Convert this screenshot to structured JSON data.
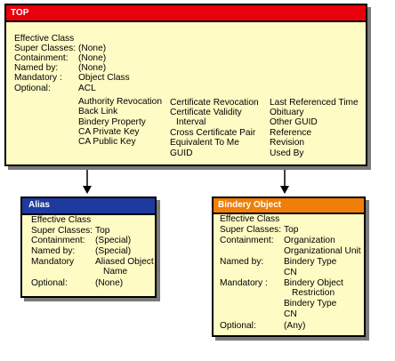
{
  "colors": {
    "top_header": "#e8000a",
    "alias_header": "#1f3a9e",
    "bindery_header": "#f07f09",
    "box_fill": "#fffbc4"
  },
  "top": {
    "title": "TOP",
    "effective_class": "Effective Class",
    "super_classes_label": "Super Classes:",
    "super_classes_value": "(None)",
    "containment_label": "Containment:",
    "containment_value": "(None)",
    "named_by_label": "Named by:",
    "named_by_value": "(None)",
    "mandatory_label": "Mandatory :",
    "mandatory_value": "Object Class",
    "optional_label": "Optional:",
    "optional_first": "ACL",
    "optional_col1": [
      "Authority Revocation",
      "Back Link",
      "Bindery Property",
      "CA Private Key",
      "CA Public Key"
    ],
    "optional_col2": [
      "Certificate Revocation",
      "Certificate Validity",
      "Interval",
      "Cross Certificate Pair",
      "Equivalent To Me",
      "GUID"
    ],
    "optional_col3": [
      "Last Referenced Time",
      "Obituary",
      "Other GUID",
      "Reference",
      "Revision",
      "Used By"
    ]
  },
  "alias": {
    "title": "Alias",
    "effective_class": "Effective Class",
    "super_classes_label": "Super Classes:",
    "super_classes_value": "Top",
    "containment_label": "Containment:",
    "containment_value": "(Special)",
    "named_by_label": "Named by:",
    "named_by_value": "(Special)",
    "mandatory_label": "Mandatory",
    "mandatory_value_1": "Aliased Object",
    "mandatory_value_2": "Name",
    "optional_label": "Optional:",
    "optional_value": "(None)"
  },
  "bindery": {
    "title": "Bindery Object",
    "effective_class": "Effective Class",
    "super_classes_label": "Super Classes:",
    "super_classes_value": "Top",
    "containment_label": "Containment:",
    "containment_value_1": "Organization",
    "containment_value_2": "Organizational Unit",
    "named_by_label": "Named by:",
    "named_by_value_1": "Bindery Type",
    "named_by_value_2": "CN",
    "mandatory_label": "Mandatory :",
    "mandatory_value_1": "Bindery Object",
    "mandatory_value_2": "Restriction",
    "mandatory_value_3": "Bindery Type",
    "mandatory_value_4": "CN",
    "optional_label": "Optional:",
    "optional_value": "(Any)"
  }
}
